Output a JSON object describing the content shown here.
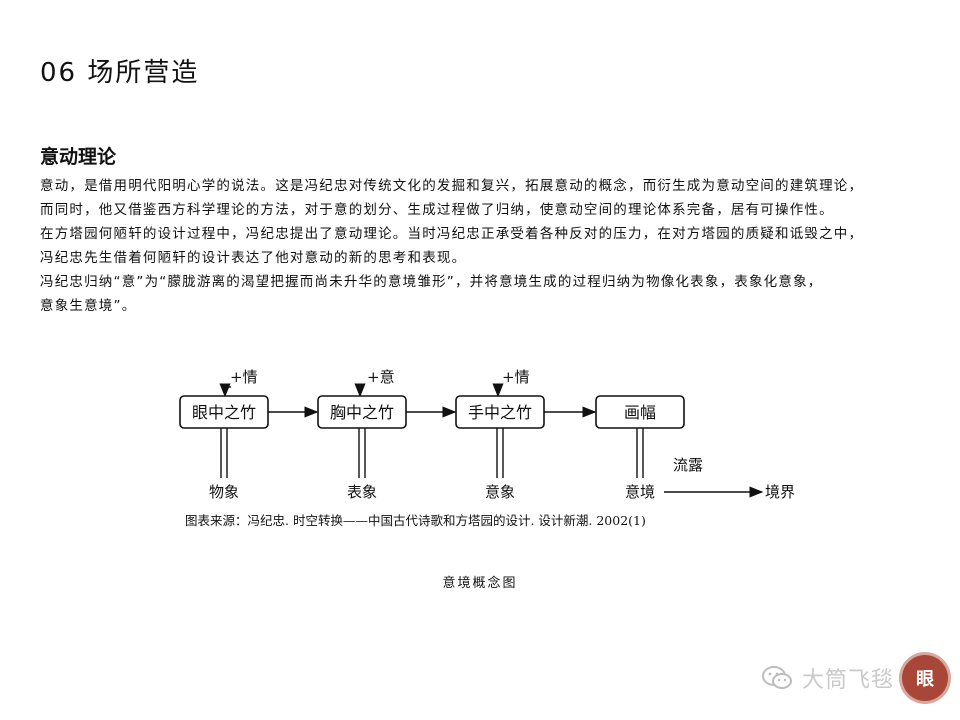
{
  "slide": {
    "title": "06 场所营造",
    "section_heading": "意动理论",
    "paragraphs": [
      "意动，是借用明代阳明心学的说法。这是冯纪忠对传统文化的发掘和复兴，拓展意动的概念，而衍生成为意动空间的建筑理论，",
      "而同时，他又借鉴西方科学理论的方法，对于意的划分、生成过程做了归纳，使意动空间的理论体系完备，居有可操作性。",
      "在方塔园何陋轩的设计过程中，冯纪忠提出了意动理论。当时冯纪忠正承受着各种反对的压力，在对方塔园的质疑和诋毁之中，",
      "冯纪忠先生借着何陋轩的设计表达了他对意动的新的思考和表现。",
      "冯纪忠归纳“意”为“朦胧游离的渴望把握而尚未升华的意境雏形”，并将意境生成的过程归纳为物像化表象，表象化意象，",
      "意象生意境”。"
    ],
    "caption": "意境概念图"
  },
  "diagram": {
    "boxes": [
      "眼中之竹",
      "胸中之竹",
      "手中之竹",
      "画幅"
    ],
    "additions": [
      "+情",
      "+意",
      "+情"
    ],
    "bottom_labels": [
      "物象",
      "表象",
      "意象",
      "意境"
    ],
    "flow_label": "流露",
    "final_label": "境界",
    "source_note": "图表来源：冯纪忠. 时空转换——中国古代诗歌和方塔园的设计. 设计新潮. 2002(1)"
  },
  "watermark": {
    "text": "大筒飞毯",
    "seal_char": "眼"
  }
}
